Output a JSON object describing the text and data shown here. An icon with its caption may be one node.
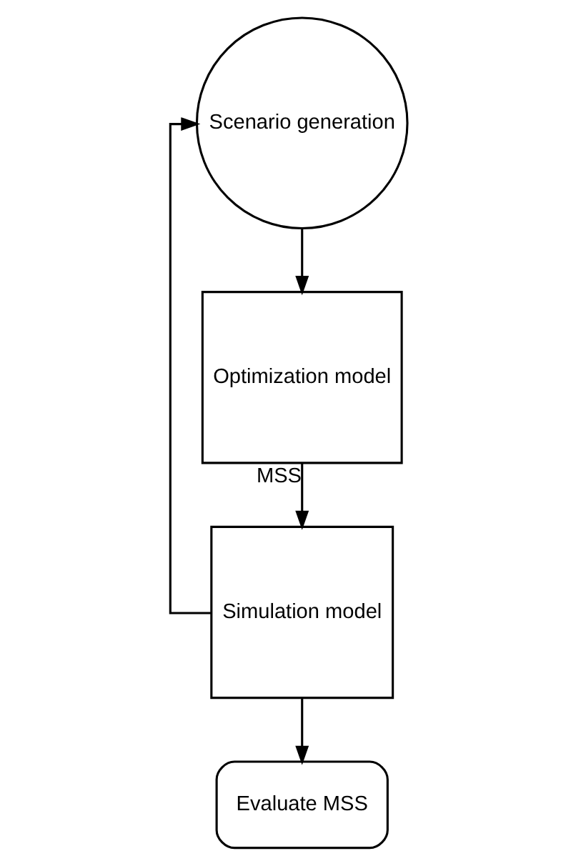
{
  "diagram": {
    "nodes": [
      {
        "text": [
          "Optimization model"
        ]
      },
      {
        "text": [
          "Scenario generation"
        ]
      },
      {
        "text": [
          "Simulation model"
        ]
      },
      {
        "text": [
          "Evaluate MSS"
        ]
      }
    ],
    "edges": [
      {
        "from": 1,
        "to": 0,
        "arrow": "to"
      },
      {
        "from": 0,
        "to": 2,
        "arrow": "to",
        "label": "MSS"
      },
      {
        "from": 2,
        "to": 1,
        "arrow": "to"
      },
      {
        "from": 2,
        "to": 3,
        "arrow": "to"
      }
    ]
  }
}
